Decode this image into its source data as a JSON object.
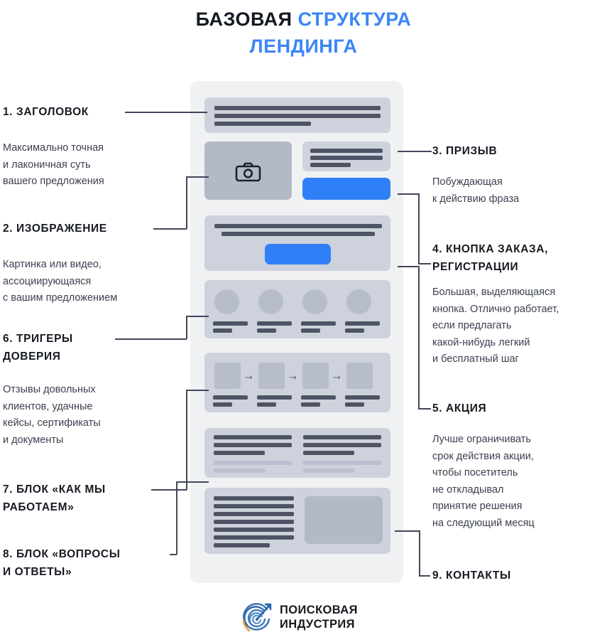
{
  "title": {
    "part_dark": "БАЗОВАЯ ",
    "part_blue_1": "СТРУКТУРА",
    "part_blue_2": "ЛЕНДИНГА"
  },
  "colors": {
    "accent_blue": "#2f80f8",
    "title_blue": "#3b86f7",
    "title_dark": "#141821",
    "panel_bg": "#f0f1f3",
    "block_bg": "#ced2dc",
    "line_dark": "#4e5466",
    "line_faint": "#b9bfce",
    "placeholder_gray": "#b4b9c7",
    "connector": "#42485a",
    "logo_orange": "#e8a33d"
  },
  "callouts": [
    {
      "id": 1,
      "side": "left",
      "heading": "1. ЗАГОЛОВОК",
      "body": "Максимально точная\nи лаконичная суть\nвашего предложения"
    },
    {
      "id": 2,
      "side": "left",
      "heading": "2. ИЗОБРАЖЕНИЕ",
      "body": "Картинка или видео,\nассоциирующаяся\nс вашим предложением"
    },
    {
      "id": 3,
      "side": "right",
      "heading": "3. ПРИЗЫВ",
      "body": "Побуждающая\nк действию фраза"
    },
    {
      "id": 4,
      "side": "right",
      "heading": "4. КНОПКА ЗАКАЗА,\nРЕГИСТРАЦИИ",
      "body": "Большая, выделяющаяся\nкнопка. Отлично работает,\nесли предлагать\nкакой-нибудь легкий\nи бесплатный шаг"
    },
    {
      "id": 5,
      "side": "right",
      "heading": "5. АКЦИЯ",
      "body": "Лучше ограничивать\nсрок действия акции,\nчтобы посетитель\nне откладывал\nпринятие решения\nна следующий месяц"
    },
    {
      "id": 6,
      "side": "left",
      "heading": "6. ТРИГЕРЫ\nДОВЕРИЯ",
      "body": "Отзывы довольных\nклиентов, удачные\nкейсы, сертификаты\nи документы"
    },
    {
      "id": 7,
      "side": "left",
      "heading": "7. БЛОК «КАК МЫ\nРАБОТАЕМ»",
      "body": ""
    },
    {
      "id": 8,
      "side": "left",
      "heading": "8. БЛОК «ВОПРОСЫ\nИ ОТВЕТЫ»",
      "body": ""
    },
    {
      "id": 9,
      "side": "right",
      "heading": "9. КОНТАКТЫ",
      "body": ""
    }
  ],
  "mock": {
    "blocks": [
      {
        "name": "header-block",
        "lines": 3
      },
      {
        "name": "image-placeholder",
        "icon": "camera-icon"
      },
      {
        "name": "cta-text-block",
        "lines": 3
      },
      {
        "name": "cta-button"
      },
      {
        "name": "promo-block",
        "lines": 2,
        "has_button": true
      },
      {
        "name": "trust-block",
        "items": 4,
        "shape": "circle"
      },
      {
        "name": "how-we-work-block",
        "items": 4,
        "shape": "square",
        "separator": "arrow"
      },
      {
        "name": "faq-block",
        "columns": 2
      },
      {
        "name": "contacts-block",
        "has_map": true
      }
    ]
  },
  "logo": {
    "icon": "target-arrow-icon",
    "text": "ПОИСКОВАЯ\nИНДУСТРИЯ"
  }
}
